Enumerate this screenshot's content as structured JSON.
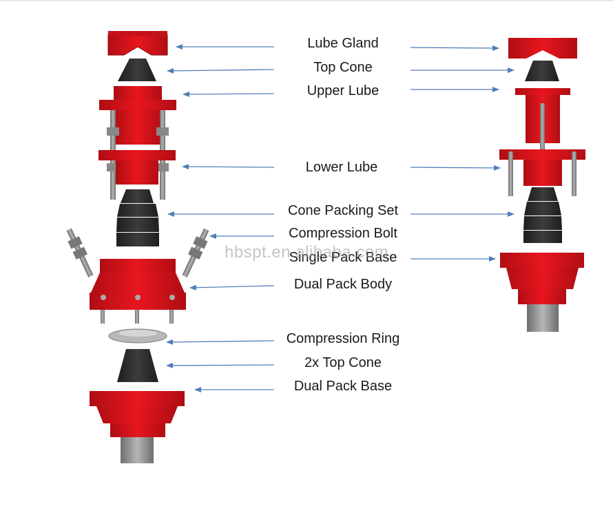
{
  "labels": {
    "lube_gland": "Lube Gland",
    "top_cone": "Top Cone",
    "upper_lube": "Upper Lube",
    "lower_lube": "Lower Lube",
    "cone_packing_set": "Cone Packing Set",
    "compression_bolt": "Compression Bolt",
    "single_pack_base": "Single Pack Base",
    "dual_pack_body": "Dual Pack Body",
    "compression_ring": "Compression Ring",
    "top_cone_2x": "2x Top Cone",
    "dual_pack_base": "Dual Pack Base"
  },
  "watermark": "hbspt.en.alibaba.com",
  "colors": {
    "part_red": "#e0141c",
    "part_red_dark": "#b00d14",
    "rubber_black": "#2b2b2b",
    "steel_gray": "#9a9a9a",
    "arrow_blue": "#4f7fb8"
  }
}
